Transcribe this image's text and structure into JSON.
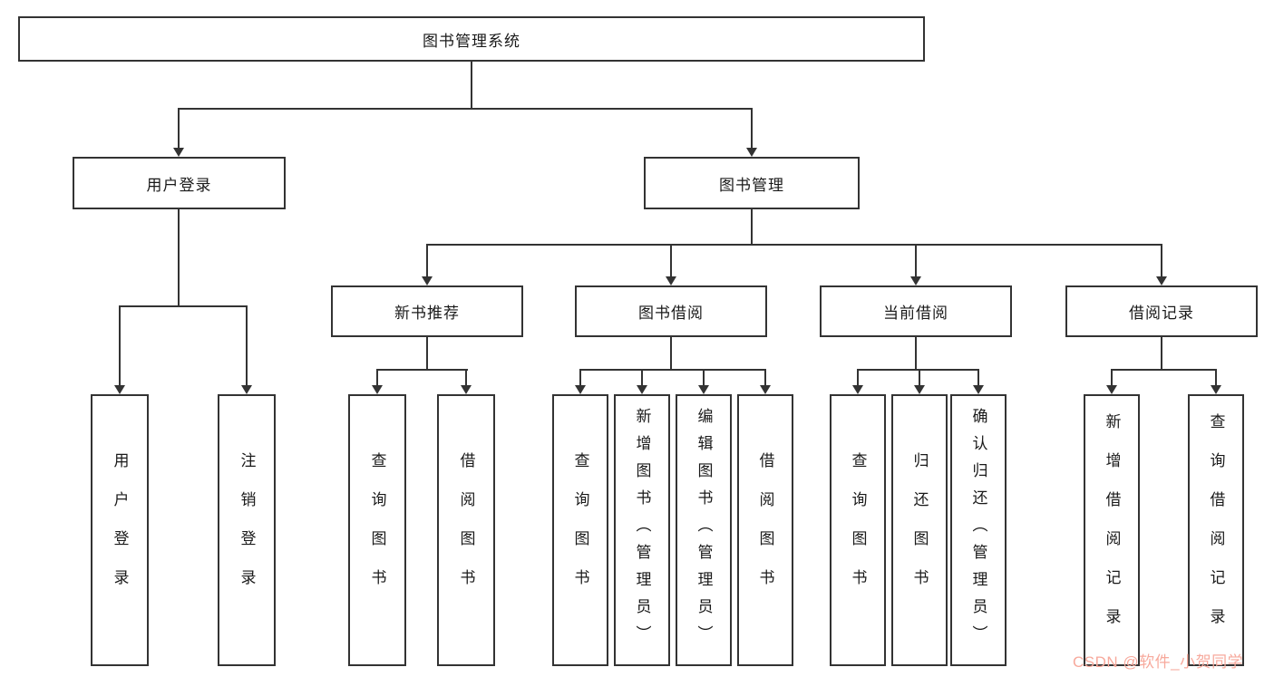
{
  "root": {
    "label": "图书管理系统"
  },
  "user_login": {
    "label": "用户登录",
    "children": [
      {
        "label": "用户登录"
      },
      {
        "label": "注销登录"
      }
    ]
  },
  "book_mgmt": {
    "label": "图书管理",
    "groups": [
      {
        "label": "新书推荐",
        "children": [
          {
            "label": "查询图书"
          },
          {
            "label": "借阅图书"
          }
        ]
      },
      {
        "label": "图书借阅",
        "children": [
          {
            "label": "查询图书"
          },
          {
            "label": "新增图书（管理员）"
          },
          {
            "label": "编辑图书（管理员）"
          },
          {
            "label": "借阅图书"
          }
        ]
      },
      {
        "label": "当前借阅",
        "children": [
          {
            "label": "查询图书"
          },
          {
            "label": "归还图书"
          },
          {
            "label": "确认归还（管理员）"
          }
        ]
      },
      {
        "label": "借阅记录",
        "children": [
          {
            "label": "新增借阅记录"
          },
          {
            "label": "查询借阅记录"
          }
        ]
      }
    ]
  },
  "watermark": {
    "text": "CSDN @软件_小贺同学"
  },
  "colors": {
    "line": "#333333",
    "watermark": "#f7a99c"
  }
}
